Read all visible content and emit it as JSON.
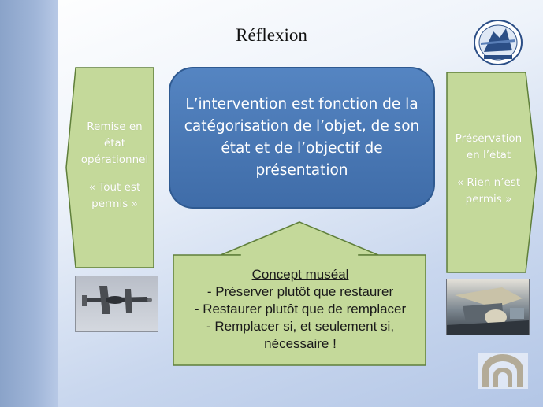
{
  "slide": {
    "title": "Réflexion"
  },
  "center_box": {
    "lines": [
      "L’intervention est fonction de la",
      "catégorisation de l’objet, de son",
      "état et de l’objectif de",
      "présentation"
    ]
  },
  "left_arrow": {
    "lines": [
      "Remise en",
      "état",
      "opérationnel"
    ],
    "quote_lines": [
      "« Tout est",
      "permis »"
    ]
  },
  "right_arrow": {
    "lines": [
      "Préservation",
      "en l’état"
    ],
    "quote_lines": [
      "« Rien  n’est",
      "permis »"
    ]
  },
  "concept_box": {
    "title": "Concept muséal",
    "lines": [
      "- Préserver plutôt que restaurer",
      "- Restaurer plutôt que de remplacer",
      "- Remplacer si, et seulement si,",
      "nécessaire !"
    ]
  },
  "colors": {
    "center_fill": "#4a78b5",
    "center_border": "#2f5a91",
    "green_fill": "#c4d99a",
    "green_border": "#5f7f3a"
  }
}
